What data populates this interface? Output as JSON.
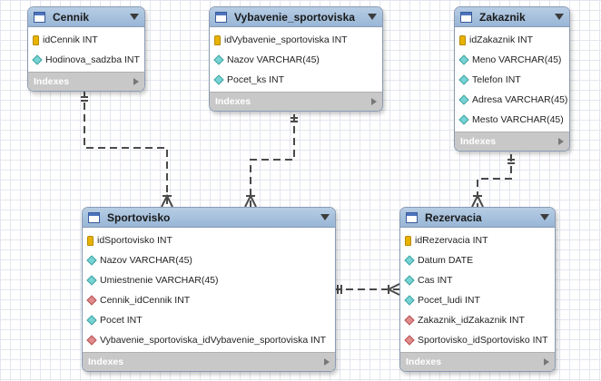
{
  "diagram": {
    "indexes_label": "Indexes",
    "entities": [
      {
        "id": "cennik",
        "name": "Cennik",
        "columns": [
          {
            "kind": "pk",
            "text": "idCennik INT"
          },
          {
            "kind": "attr",
            "text": "Hodinova_sadzba INT"
          }
        ]
      },
      {
        "id": "vybavenie",
        "name": "Vybavenie_sportoviska",
        "columns": [
          {
            "kind": "pk",
            "text": "idVybavenie_sportoviska INT"
          },
          {
            "kind": "attr",
            "text": "Nazov VARCHAR(45)"
          },
          {
            "kind": "attr",
            "text": "Pocet_ks INT"
          }
        ]
      },
      {
        "id": "zakaznik",
        "name": "Zakaznik",
        "columns": [
          {
            "kind": "pk",
            "text": "idZakaznik INT"
          },
          {
            "kind": "attr",
            "text": "Meno VARCHAR(45)"
          },
          {
            "kind": "attr",
            "text": "Telefon INT"
          },
          {
            "kind": "attr",
            "text": "Adresa VARCHAR(45)"
          },
          {
            "kind": "attr",
            "text": "Mesto VARCHAR(45)"
          }
        ]
      },
      {
        "id": "sportovisko",
        "name": "Sportovisko",
        "columns": [
          {
            "kind": "pk",
            "text": "idSportovisko INT"
          },
          {
            "kind": "attr",
            "text": "Nazov VARCHAR(45)"
          },
          {
            "kind": "attr",
            "text": "Umiestnenie VARCHAR(45)"
          },
          {
            "kind": "fk",
            "text": "Cennik_idCennik INT"
          },
          {
            "kind": "attr",
            "text": "Pocet INT"
          },
          {
            "kind": "fk",
            "text": "Vybavenie_sportoviska_idVybavenie_sportoviska INT"
          }
        ]
      },
      {
        "id": "rezervacia",
        "name": "Rezervacia",
        "columns": [
          {
            "kind": "pk",
            "text": "idRezervacia INT"
          },
          {
            "kind": "attr",
            "text": "Datum DATE"
          },
          {
            "kind": "attr",
            "text": "Cas INT"
          },
          {
            "kind": "attr",
            "text": "Pocet_ludi INT"
          },
          {
            "kind": "fk",
            "text": "Zakaznik_idZakaznik INT"
          },
          {
            "kind": "fk",
            "text": "Sportovisko_idSportovisko INT"
          }
        ]
      }
    ],
    "relationships": [
      {
        "from": "cennik",
        "to": "sportovisko",
        "cardinality": "one-to-many"
      },
      {
        "from": "vybavenie",
        "to": "sportovisko",
        "cardinality": "one-to-many"
      },
      {
        "from": "zakaznik",
        "to": "rezervacia",
        "cardinality": "one-to-many"
      },
      {
        "from": "sportovisko",
        "to": "rezervacia",
        "cardinality": "one-to-many"
      }
    ]
  }
}
